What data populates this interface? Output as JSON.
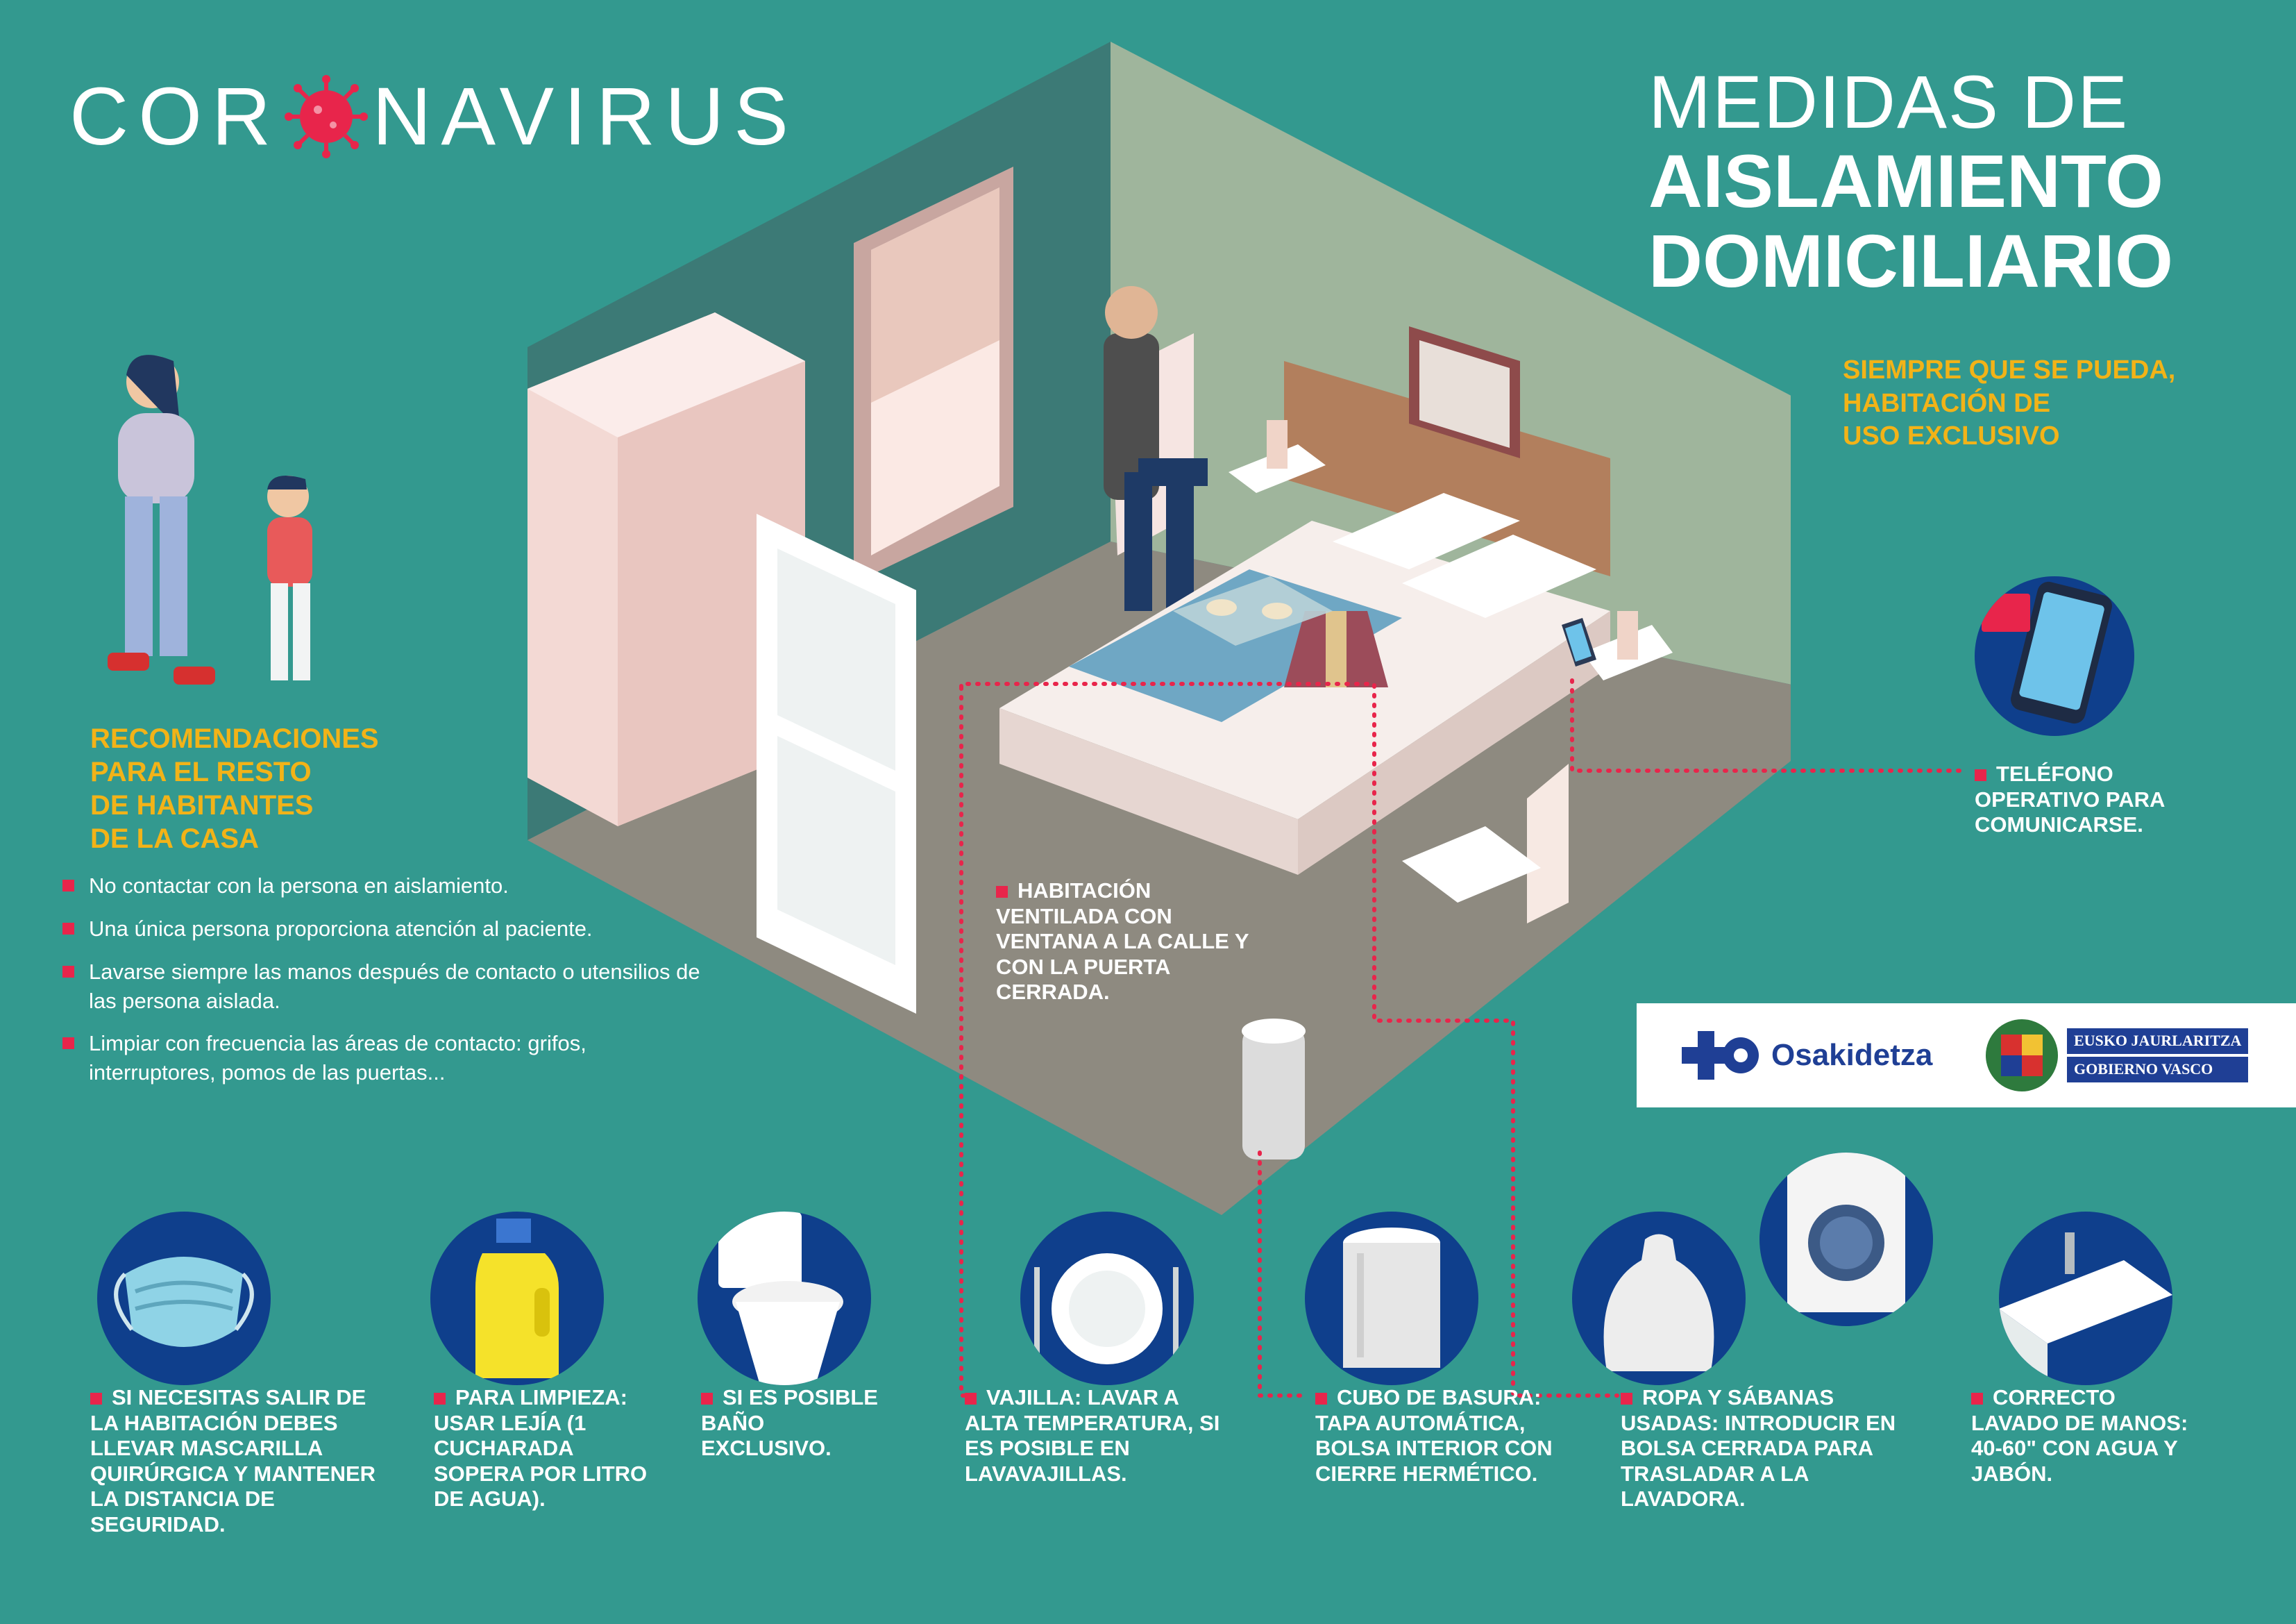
{
  "header": {
    "logo_part1": "COR",
    "logo_part2": "NAVIRUS",
    "title_line1": "MEDIDAS DE",
    "title_line2": "AISLAMIENTO",
    "title_line3": "DOMICILIARIO"
  },
  "exclusive_room": {
    "line1": "SIEMPRE QUE SE PUEDA,",
    "line2": "HABITACIÓN DE",
    "line3": "USO EXCLUSIVO"
  },
  "recommendations": {
    "title_line1": "RECOMENDACIONES",
    "title_line2": "PARA EL RESTO",
    "title_line3": "DE HABITANTES",
    "title_line4": "DE LA CASA",
    "items": [
      "No contactar con la persona en aislamiento.",
      "Una única persona proporciona atención al paciente.",
      "Lavarse siempre las manos después de contacto o utensilios de las persona aislada.",
      "Limpiar con frecuencia las áreas de contacto: grifos, interruptores, pomos de las puertas..."
    ]
  },
  "callouts": {
    "phone": "TELÉFONO OPERATIVO PARA COMUNICARSE.",
    "room": "HABITACIÓN VENTILADA CON VENTANA A LA CALLE Y CON LA PUERTA CERRADA."
  },
  "footer_items": [
    {
      "icon": "mask-icon",
      "text": "SI NECESITAS SALIR DE LA HABITACIÓN DEBES LLEVAR MASCARILLA QUIRÚRGICA Y MANTENER LA DISTANCIA DE SEGURIDAD."
    },
    {
      "icon": "bleach-bottle-icon",
      "text": "PARA LIMPIEZA: USAR LEJÍA (1 CUCHARADA SOPERA POR LITRO DE AGUA)."
    },
    {
      "icon": "toilet-icon",
      "text": "SI ES POSIBLE BAÑO EXCLUSIVO."
    },
    {
      "icon": "dishes-icon",
      "text": "VAJILLA: LAVAR A ALTA TEMPERATURA, SI ES POSIBLE EN LAVAVAJILLAS."
    },
    {
      "icon": "trash-bin-icon",
      "text": "CUBO DE BASURA: TAPA AUTOMÁTICA, BOLSA INTERIOR CON CIERRE HERMÉTICO."
    },
    {
      "icon": "laundry-bag-icon",
      "text": "ROPA Y SÁBANAS USADAS: INTRODUCIR EN BOLSA CERRADA PARA TRASLADAR A LA LAVADORA."
    },
    {
      "icon": "sink-icon",
      "text": "CORRECTO LAVADO DE MANOS: 40-60\" CON AGUA Y JABÓN."
    }
  ],
  "logos": {
    "osakidetza": "Osakidetza",
    "gv_line1": "EUSKO JAURLARITZA",
    "gv_line2": "GOBIERNO VASCO"
  },
  "colors": {
    "background": "#33998f",
    "accent_red": "#e8254b",
    "accent_yellow": "#f2b318",
    "circle_blue": "#0f3f8c"
  }
}
